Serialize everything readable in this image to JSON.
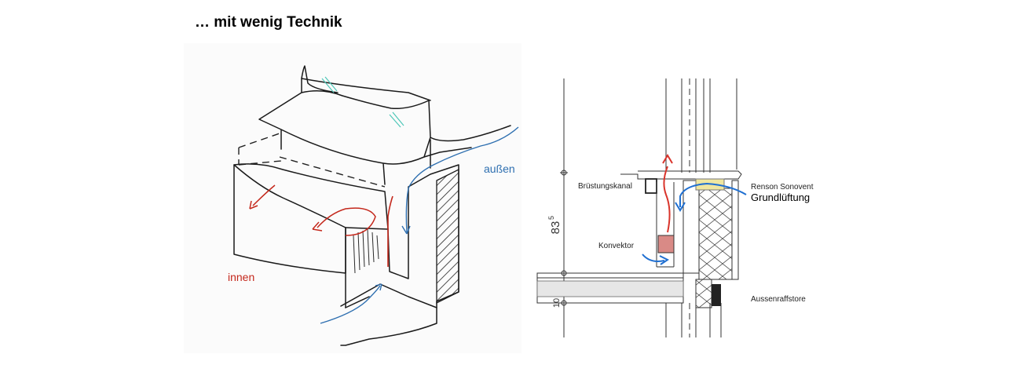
{
  "slide": {
    "title": "… mit wenig Technik"
  },
  "sketch": {
    "label_inside": "innen",
    "label_outside": "außen",
    "inside_color": "#c4281c",
    "outside_color": "#2e6fb0"
  },
  "section": {
    "label_channel": "Brüstungskanal",
    "label_convector": "Konvektor",
    "label_vent": "Renson Sonovent",
    "label_ventilation": "Grundlüftung",
    "label_blind": "Aussenraffstore",
    "dimension_base": "83",
    "dimension_sup": "5",
    "dimension_slab": "10",
    "warm_arrow_color": "#d9342b",
    "fresh_air_color": "#1f6fd1",
    "convector_color": "#d98a86",
    "vent_color": "#efe6a0"
  }
}
